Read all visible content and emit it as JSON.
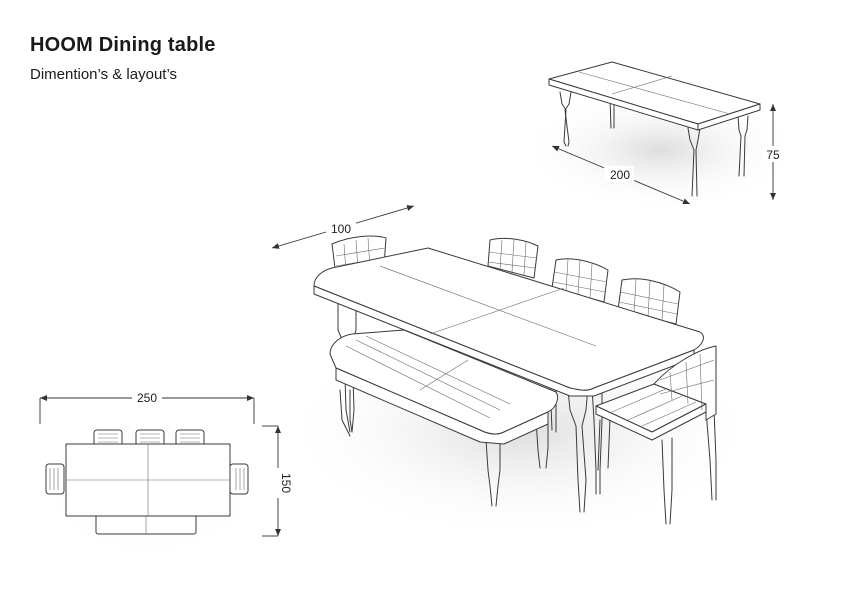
{
  "header": {
    "title": "HOOM Dining table",
    "subtitle": "Dimention’s & layout’s"
  },
  "dimensions": {
    "table_length": "200",
    "table_height": "75",
    "table_width": "100",
    "plan_length": "250",
    "plan_width": "150"
  }
}
